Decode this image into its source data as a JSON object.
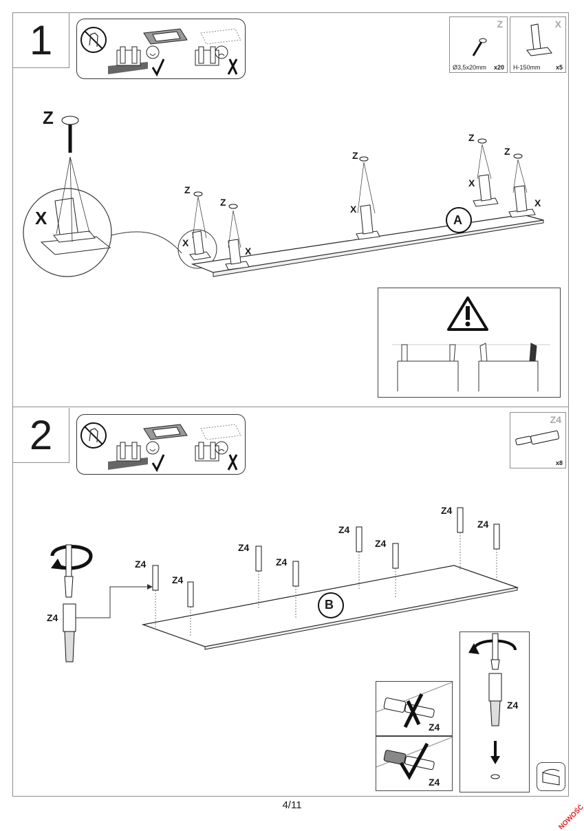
{
  "steps": [
    {
      "number": "1",
      "parts": [
        {
          "letter": "Z",
          "dimension": "Ø3,5x20mm",
          "quantity": "x20"
        },
        {
          "letter": "X",
          "dimension": "H-150mm",
          "quantity": "x5"
        }
      ],
      "labels": {
        "screw": "Z",
        "foot": "X",
        "panel": "A"
      }
    },
    {
      "number": "2",
      "parts": [
        {
          "letter": "Z4",
          "quantity": "x8"
        }
      ],
      "labels": {
        "connector": "Z4",
        "panel": "B"
      }
    }
  ],
  "page_number": "4/11",
  "badge": "NOWOŚĆ",
  "colors": {
    "frame": "#8c8c8c",
    "line": "#1a1a1a",
    "badge": "#e02020"
  }
}
